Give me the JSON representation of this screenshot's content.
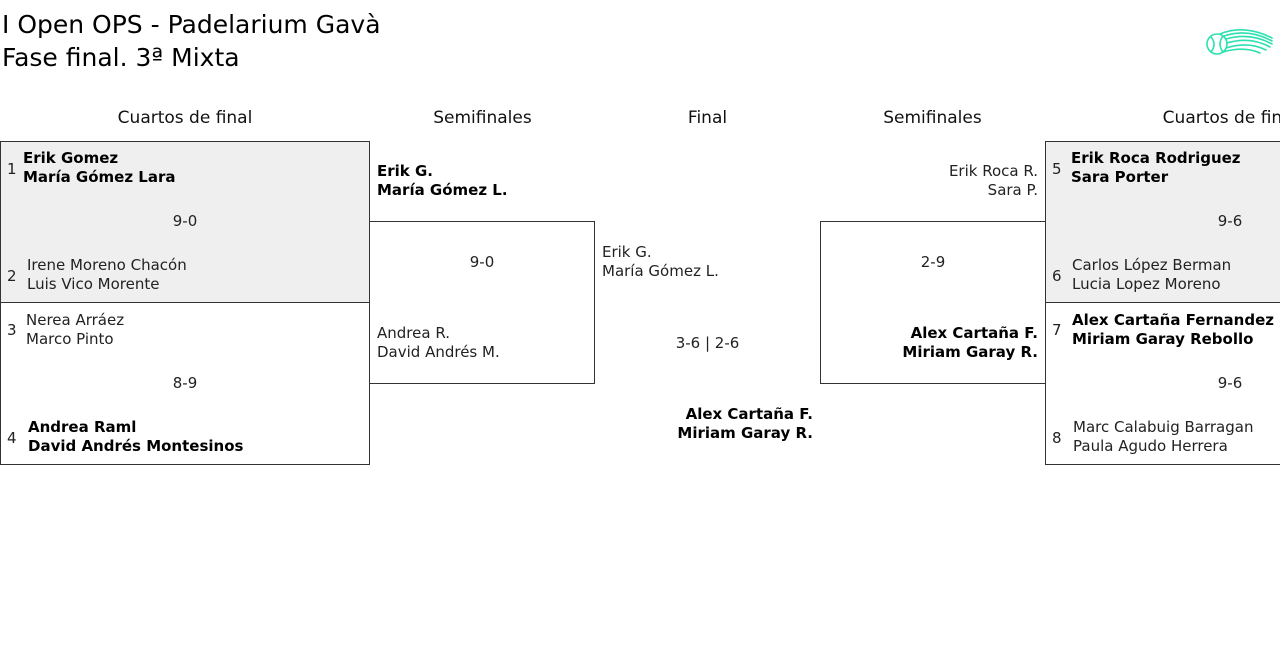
{
  "title": {
    "line1": "I Open OPS - Padelarium Gavà",
    "line2": "Fase final. 3ª Mixta"
  },
  "logo": {
    "icon": "tennis-ball-logo-icon",
    "color": "#2de0b0"
  },
  "rounds": {
    "left_qf": "Cuartos de final",
    "left_sf": "Semifinales",
    "final": "Final",
    "right_sf": "Semifinales",
    "right_qf": "Cuartos de final"
  },
  "qf": [
    {
      "top": {
        "seed": "1",
        "p1": "Erik Gomez",
        "p2": "María Gómez Lara"
      },
      "score": "9-0",
      "bottom": {
        "seed": "2",
        "p1": "Irene Moreno Chacón",
        "p2": "Luis Vico Morente"
      }
    },
    {
      "top": {
        "seed": "3",
        "p1": "Nerea Arráez",
        "p2": "Marco Pinto"
      },
      "score": "8-9",
      "bottom": {
        "seed": "4",
        "p1": "Andrea Raml",
        "p2": "David Andrés Montesinos"
      }
    },
    {
      "top": {
        "seed": "5",
        "p1": "Erik Roca Rodriguez",
        "p2": "Sara Porter"
      },
      "score": "9-6",
      "bottom": {
        "seed": "6",
        "p1": "Carlos López Berman",
        "p2": "Lucia Lopez Moreno"
      }
    },
    {
      "top": {
        "seed": "7",
        "p1": "Alex Cartaña Fernandez",
        "p2": "Miriam Garay Rebollo"
      },
      "score": "9-6",
      "bottom": {
        "seed": "8",
        "p1": "Marc Calabuig Barragan",
        "p2": "Paula Agudo Herrera"
      }
    }
  ],
  "sf_left": {
    "top": {
      "p1": "Erik G.",
      "p2": "María Gómez L."
    },
    "score": "9-0",
    "bottom": {
      "p1": "Andrea R.",
      "p2": "David Andrés M."
    }
  },
  "sf_right": {
    "top": {
      "p1": "Erik Roca R.",
      "p2": "Sara P."
    },
    "score": "2-9",
    "bottom": {
      "p1": "Alex Cartaña F.",
      "p2": "Miriam Garay R."
    }
  },
  "final": {
    "top": {
      "p1": "Erik G.",
      "p2": "María Gómez L."
    },
    "score": "3-6 | 2-6",
    "bottom": {
      "p1": "Alex Cartaña F.",
      "p2": "Miriam Garay R."
    }
  }
}
